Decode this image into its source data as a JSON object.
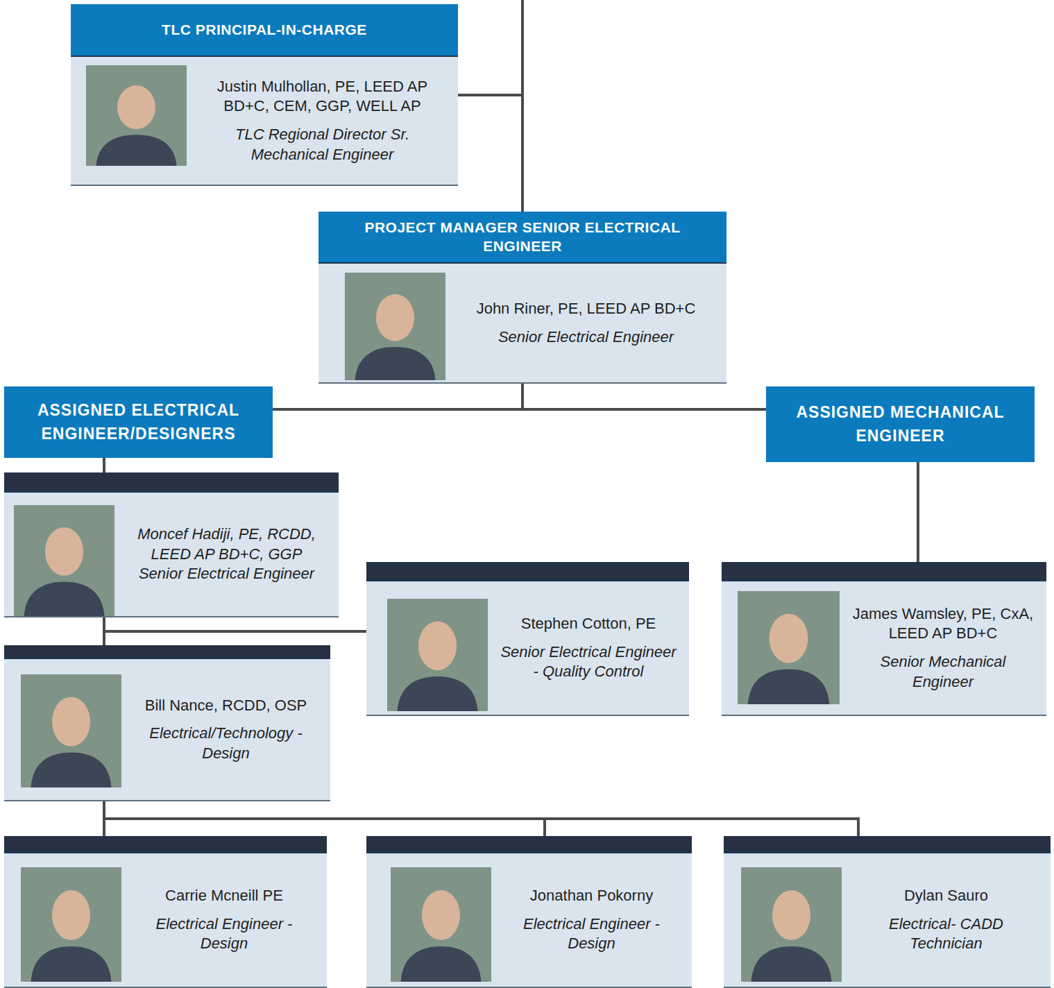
{
  "diagram": {
    "nodes": [
      {
        "text": [
          "TLC PRINCIPAL-IN-CHARGE",
          "Justin Mulhollan, PE, LEED AP BD+C, CEM, GGP, WELL AP",
          "TLC Regional Director Sr. Mechanical Engineer"
        ]
      },
      {
        "text": [
          "PROJECT MANAGER SENIOR ELECTRICAL ENGINEER",
          "John Riner, PE, LEED AP BD+C",
          "Senior Electrical Engineer"
        ]
      },
      {
        "text": [
          "ASSIGNED ELECTRICAL ENGINEER/DESIGNERS"
        ]
      },
      {
        "text": [
          "ASSIGNED MECHANICAL ENGINEER"
        ]
      },
      {
        "text": [
          "Moncef Hadiji, PE, RCDD, LEED AP BD+C, GGP",
          "Senior Electrical Engineer"
        ]
      },
      {
        "text": [
          "Stephen Cotton, PE",
          "Senior Electrical Engineer - Quality Control"
        ]
      },
      {
        "text": [
          "James Wamsley, PE, CxA, LEED AP BD+C",
          "Senior Mechanical Engineer"
        ]
      },
      {
        "text": [
          "Bill Nance, RCDD, OSP",
          "Electrical/Technology - Design"
        ]
      },
      {
        "text": [
          "Carrie Mcneill PE",
          "Electrical Engineer - Design"
        ]
      },
      {
        "text": [
          "Jonathan Pokorny",
          "Electrical Engineer - Design"
        ]
      },
      {
        "text": [
          "Dylan Sauro",
          "Electrical- CADD Technician"
        ]
      }
    ],
    "edges": [
      {
        "from": 0,
        "to": 1,
        "arrow": "none"
      },
      {
        "from": 1,
        "to": 2,
        "arrow": "none"
      },
      {
        "from": 1,
        "to": 3,
        "arrow": "none"
      },
      {
        "from": 2,
        "to": 4,
        "arrow": "none"
      },
      {
        "from": 3,
        "to": 6,
        "arrow": "none"
      },
      {
        "from": 4,
        "to": 5,
        "arrow": "none"
      },
      {
        "from": 4,
        "to": 7,
        "arrow": "none"
      },
      {
        "from": 7,
        "to": 8,
        "arrow": "none"
      },
      {
        "from": 7,
        "to": 9,
        "arrow": "none"
      },
      {
        "from": 7,
        "to": 10,
        "arrow": "none"
      }
    ]
  }
}
